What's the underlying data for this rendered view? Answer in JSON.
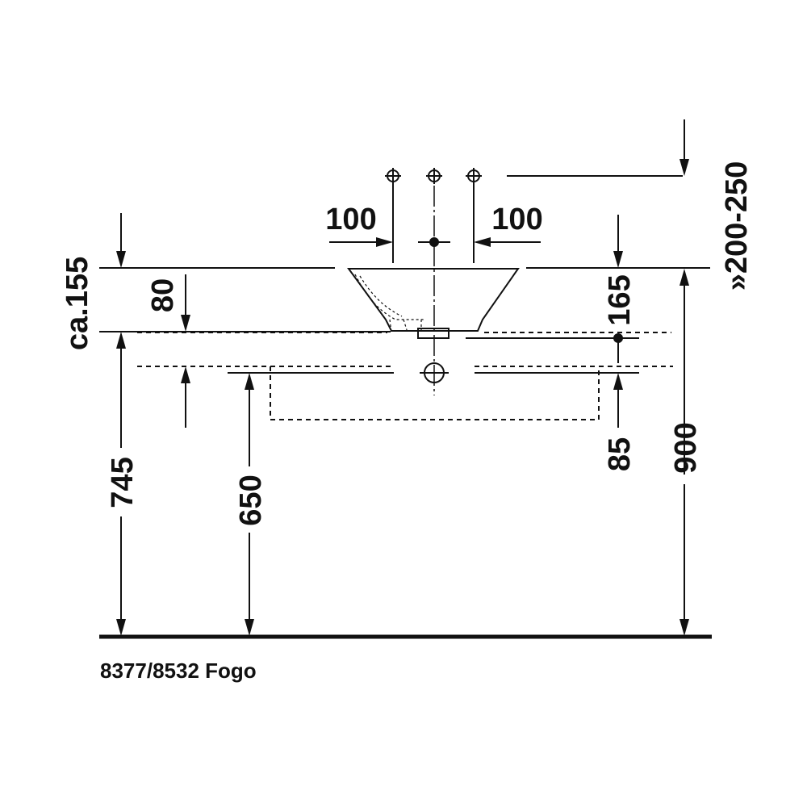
{
  "title": "8377/8532 Fogo",
  "dimensions": {
    "tap_spacing_left": "100",
    "tap_spacing_right": "100",
    "tap_height": "»200-250",
    "basin_height": "ca.155",
    "counter_to_drain": "80",
    "counter_height_inner": "745",
    "cabinet_height": "650",
    "tap_to_waste": "165",
    "waste_to_cabinet": "85",
    "rim_height": "900"
  }
}
